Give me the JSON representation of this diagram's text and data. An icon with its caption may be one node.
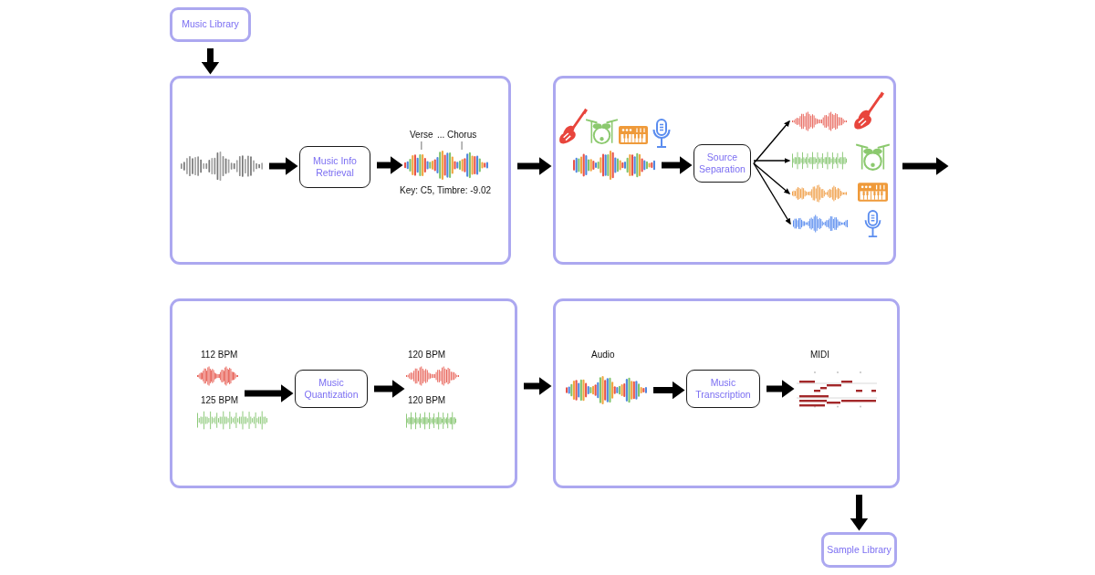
{
  "diagram": {
    "nodes": [
      {
        "text": [
          "Music Library"
        ]
      },
      {
        "text": [],
        "shape": "box"
      },
      {
        "text": [],
        "shape": "picture",
        "in": 1
      },
      {
        "text": [
          "Music Info Retrieval"
        ],
        "in": 1
      },
      {
        "text": [
          "Verse"
        ],
        "in": 1
      },
      {
        "text": [
          "Chorus"
        ],
        "in": 1
      },
      {
        "text": [],
        "shape": "picture",
        "in": 1,
        "beside": [
          "Key: C5, Timbre: -9.02"
        ]
      },
      {
        "text": [],
        "shape": "box"
      },
      {
        "text": [],
        "shape": "picture",
        "in": 7
      },
      {
        "text": [
          "Source Separation"
        ],
        "in": 7
      },
      {
        "text": [],
        "shape": "picture",
        "in": 7
      },
      {
        "text": [],
        "shape": "picture",
        "in": 7
      },
      {
        "text": [],
        "shape": "picture",
        "in": 7
      },
      {
        "text": [],
        "shape": "picture",
        "in": 7
      },
      {
        "text": [],
        "shape": "box"
      },
      {
        "text": [],
        "shape": "picture",
        "in": 14,
        "beside": [
          "112 BPM"
        ]
      },
      {
        "text": [],
        "shape": "picture",
        "in": 14,
        "beside": [
          "125 BPM"
        ]
      },
      {
        "text": [
          "Music Quantization"
        ],
        "in": 14
      },
      {
        "text": [],
        "shape": "picture",
        "in": 14,
        "beside": [
          "120 BPM"
        ]
      },
      {
        "text": [],
        "shape": "picture",
        "in": 14,
        "beside": [
          "120 BPM"
        ]
      },
      {
        "text": [],
        "shape": "box"
      },
      {
        "text": [],
        "shape": "picture",
        "in": 20,
        "beside": [
          "Audio"
        ]
      },
      {
        "text": [
          "Music Transcription"
        ],
        "in": 20
      },
      {
        "text": [],
        "shape": "picture",
        "in": 20,
        "beside": [
          "MIDI"
        ]
      },
      {
        "text": [
          "Sample Library"
        ]
      }
    ],
    "edges": [
      {
        "from": 0,
        "to": 1,
        "arrow": "to"
      },
      {
        "from": 2,
        "to": 3,
        "arrow": "to"
      },
      {
        "from": 3,
        "to": 6,
        "arrow": "to"
      },
      {
        "from": 4,
        "to": 6,
        "arrow": "none",
        "color": "#9a9a9a"
      },
      {
        "from": 5,
        "to": 6,
        "arrow": "none",
        "color": "#9a9a9a"
      },
      {
        "from": 1,
        "to": 7,
        "arrow": "to"
      },
      {
        "from": 8,
        "to": 9,
        "arrow": "to"
      },
      {
        "from": 9,
        "to": 10,
        "arrow": "to"
      },
      {
        "from": 9,
        "to": 11,
        "arrow": "to"
      },
      {
        "from": 9,
        "to": 12,
        "arrow": "to"
      },
      {
        "from": 9,
        "to": 13,
        "arrow": "to"
      },
      {
        "from": 7,
        "to": null,
        "arrow": "to"
      },
      {
        "from": 15,
        "to": 17,
        "arrow": "to"
      },
      {
        "from": 16,
        "to": 17,
        "arrow": "to"
      },
      {
        "from": 17,
        "to": 18,
        "arrow": "to"
      },
      {
        "from": 17,
        "to": 19,
        "arrow": "to"
      },
      {
        "from": 14,
        "to": 20,
        "arrow": "to"
      },
      {
        "from": 21,
        "to": 22,
        "arrow": "to"
      },
      {
        "from": 22,
        "to": 23,
        "arrow": "to"
      },
      {
        "from": 20,
        "to": 24,
        "arrow": "to"
      }
    ],
    "labels": [
      "..."
    ]
  }
}
